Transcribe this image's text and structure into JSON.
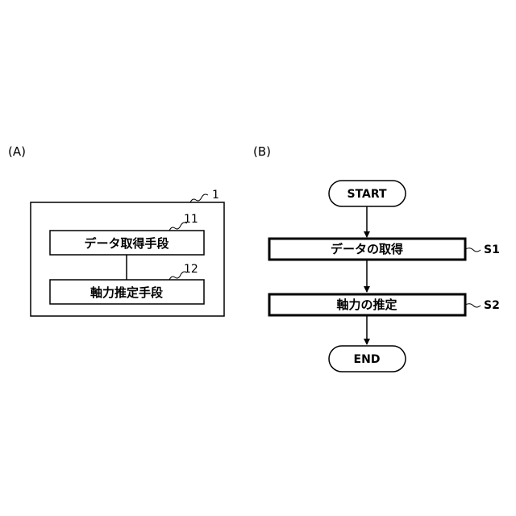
{
  "panel_a": {
    "label": "(A)",
    "outer_ref": "1",
    "box1_text": "データ取得手段",
    "box1_ref": "11",
    "box2_text": "軸力推定手段",
    "box2_ref": "12"
  },
  "panel_b": {
    "label": "(B)",
    "start": "START",
    "step1_text": "データの取得",
    "step1_ref": "S1",
    "step2_text": "軸力の推定",
    "step2_ref": "S2",
    "end": "END"
  }
}
